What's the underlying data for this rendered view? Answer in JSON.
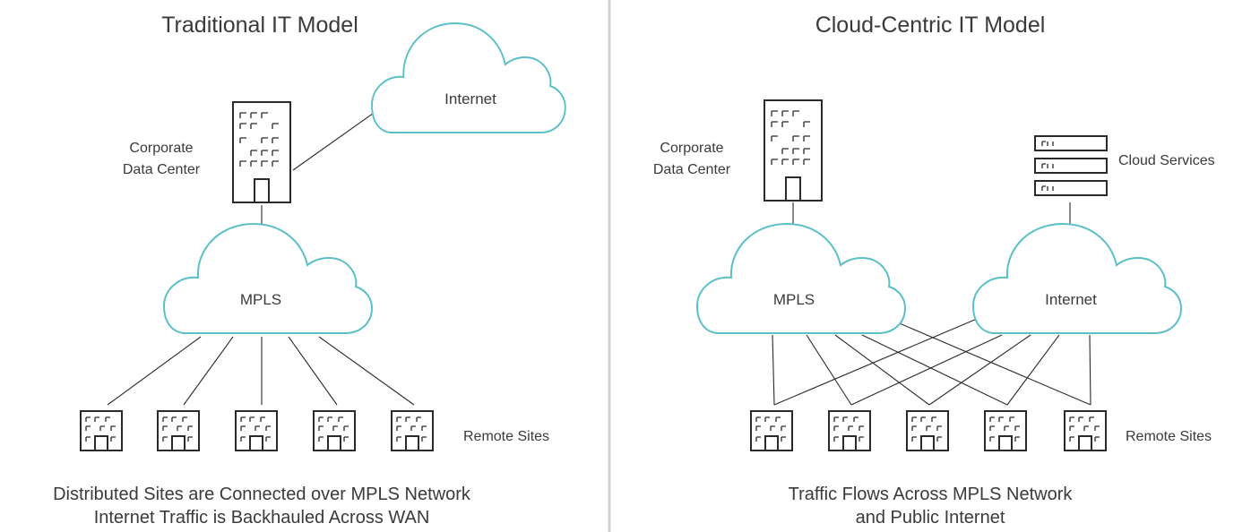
{
  "left": {
    "title": "Traditional IT Model",
    "internet_cloud": "Internet",
    "mpls_cloud": "MPLS",
    "datacenter_label_line1": "Corporate",
    "datacenter_label_line2": "Data Center",
    "remote_sites_label": "Remote Sites",
    "caption_line1": "Distributed Sites are Connected over MPLS Network",
    "caption_line2": "Internet Traffic is Backhauled Across WAN"
  },
  "right": {
    "title": "Cloud-Centric IT Model",
    "mpls_cloud": "MPLS",
    "internet_cloud": "Internet",
    "datacenter_label_line1": "Corporate",
    "datacenter_label_line2": "Data Center",
    "cloud_services_label": "Cloud Services",
    "remote_sites_label": "Remote Sites",
    "caption_line1": "Traffic Flows Across MPLS Network",
    "caption_line2": "and Public Internet"
  },
  "colors": {
    "cloud_stroke": "#5bbfc8",
    "divider": "#d0d0d0",
    "line": "#2a2a2a"
  }
}
